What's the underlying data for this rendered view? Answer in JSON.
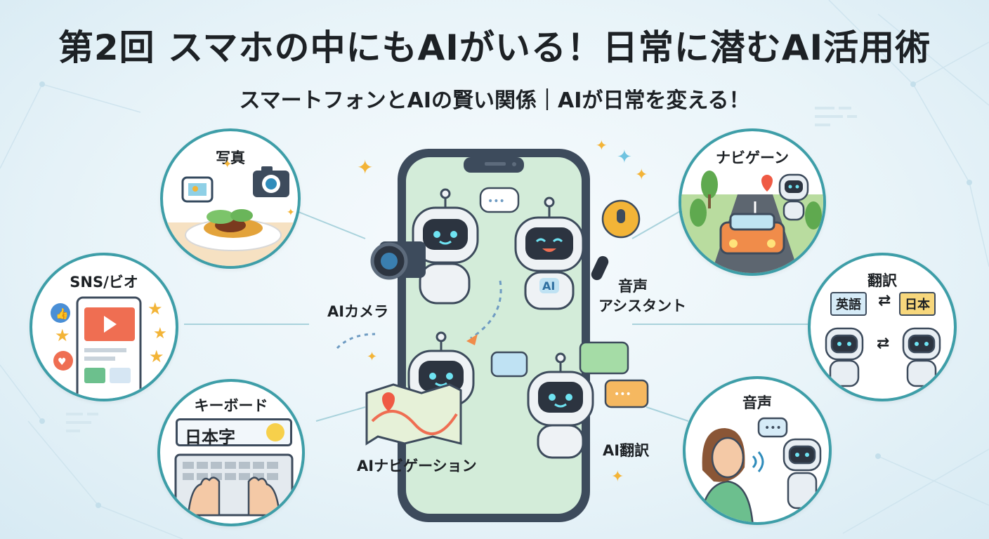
{
  "title": "第2回 スマホの中にもAIがいる！日常に潜むAI活用術",
  "subtitle": "スマートフォンとAIの賢い関係｜AIが日常を変える！",
  "circles": {
    "photo": {
      "label": "写真"
    },
    "sns": {
      "label": "SNS/ビオ"
    },
    "keyboard": {
      "label": "キーボード",
      "input_text": "日本字"
    },
    "navigation": {
      "label": "ナビゲーン"
    },
    "translation": {
      "label": "翻訳",
      "from_lang": "英語",
      "to_lang": "日本"
    },
    "voice": {
      "label": "音声"
    }
  },
  "phone_labels": {
    "camera": "AIカメラ",
    "assistant_line1": "音声",
    "assistant_line2": "アシスタント",
    "navigation": "AIナビゲーション",
    "translation": "AI翻訳",
    "badge": "AI"
  },
  "colors": {
    "accent": "#3e9ea8",
    "phone_screen": "#d3ecd9",
    "sparkle": "#f3b437"
  }
}
